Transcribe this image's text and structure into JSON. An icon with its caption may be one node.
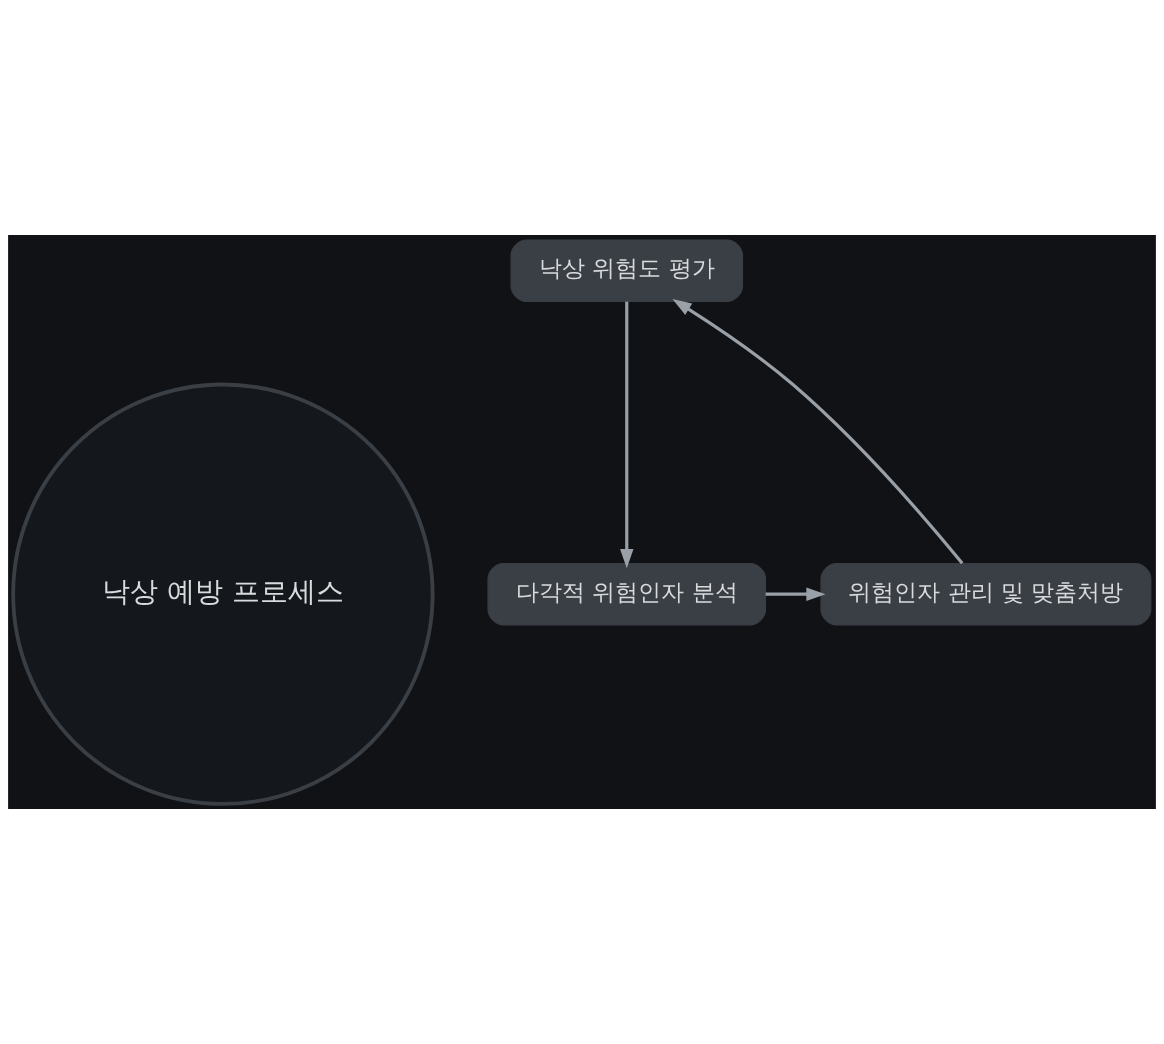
{
  "diagram": {
    "nodes": [
      {
        "text": [
          "낙상 위험도 평가"
        ]
      },
      {
        "text": [
          "낙상 예방 프로세스"
        ]
      },
      {
        "text": [
          "다각적 위험인자 분석"
        ]
      },
      {
        "text": [
          "위험인자 관리 및 맞춤처방"
        ]
      }
    ],
    "edges": [
      {
        "from": 0,
        "to": 2,
        "arrow": "to"
      },
      {
        "from": 2,
        "to": 3,
        "arrow": "to"
      },
      {
        "from": 3,
        "to": 0,
        "arrow": "to"
      }
    ]
  }
}
